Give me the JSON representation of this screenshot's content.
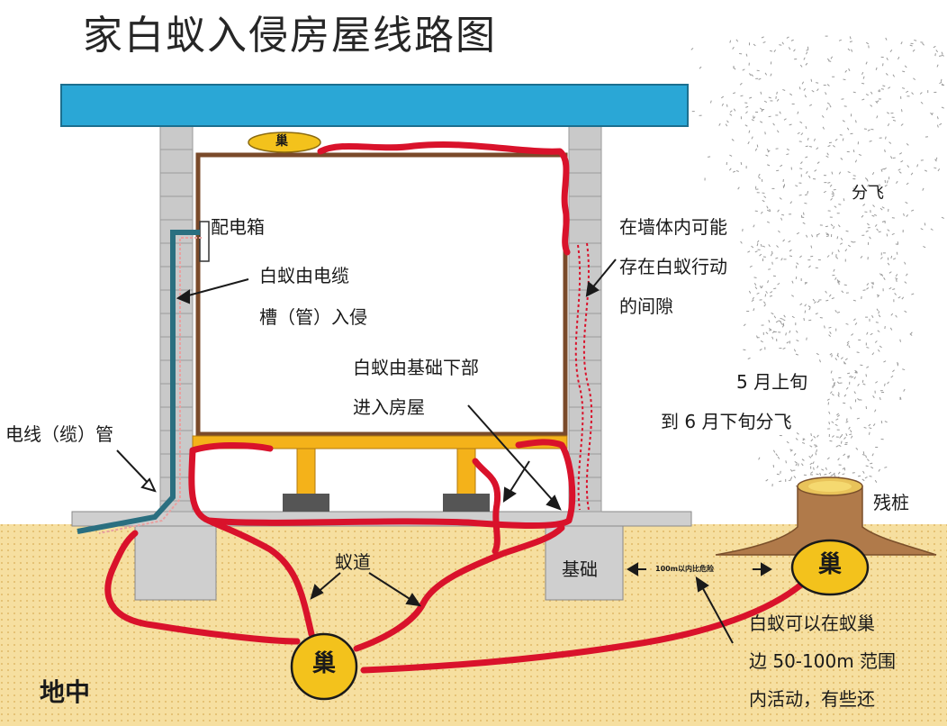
{
  "title": "家白蚁入侵房屋线路图",
  "labels": {
    "distribution_box": "配电箱",
    "cable_invasion_line1": "白蚁由电缆",
    "cable_invasion_line2": "槽（管）入侵",
    "wall_gap_line1": "在墙体内可能",
    "wall_gap_line2": "存在白蚁行动",
    "wall_gap_line3": "的间隙",
    "foundation_invasion_line1": "白蚁由基础下部",
    "foundation_invasion_line2": "进入房屋",
    "swarming": "分飞",
    "swarm_time_line1": "5 月上旬",
    "swarm_time_line2": "到 6 月下旬分飞",
    "wire_pipe": "电线（缆）管",
    "stump": "残桩",
    "termite_tunnel": "蚁道",
    "foundation": "基础",
    "danger_zone": "100m以内比危险",
    "range_line1": "白蚁可以在蚁巢",
    "range_line2": "边 50-100m 范围",
    "range_line3": "内活动，有些还",
    "underground": "地中",
    "nest": "巢"
  },
  "colors": {
    "roof": "#2aa7d6",
    "roof_border": "#1c6f8f",
    "wall_block": "#c9c9c9",
    "frame": "#7a4a2a",
    "floor_beam": "#f4b21a",
    "footing": "#555555",
    "ground": "#f6dfa0",
    "slab": "#cfcfcf",
    "conduit": "#2a6f80",
    "termite_path": "#d9122b",
    "nest_fill": "#f3c21c",
    "stump": "#b07a4a"
  }
}
